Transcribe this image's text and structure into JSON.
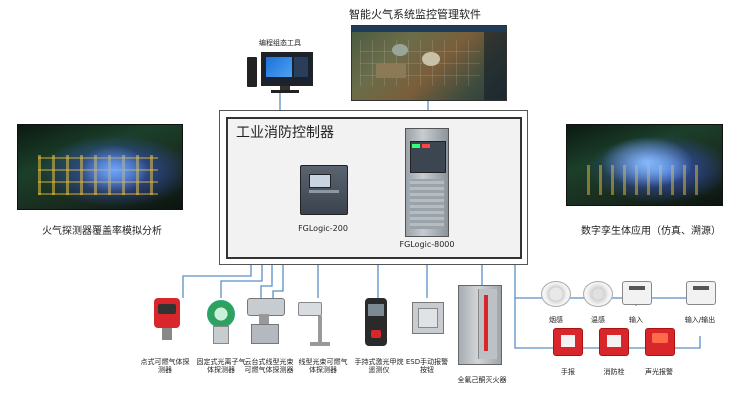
{
  "title": "智能火气系统监控管理软件",
  "config_tool_label": "编程组态工具",
  "controller_title": "工业消防控制器",
  "controller_models": [
    "FGLogic-200",
    "FGLogic-8000"
  ],
  "left_panel_label": "火气探测器覆盖率模拟分析",
  "right_panel_label": "数字孪生体应用（仿真、溯源）",
  "devices": [
    "点式可燃气体探测器",
    "固定式光离子气体探测器",
    "云台式线型光束可燃气体探测器",
    "线型光束可燃气体探测器",
    "手持式激光甲烷遥测仪",
    "ESD手动报警按钮",
    "全氟己酮灭火器"
  ],
  "io_labels": {
    "smoke": "烟感",
    "temperature": "温感",
    "input": "输入",
    "input_output": "输入/输出",
    "manual_alarm": "手报",
    "hydrant": "消防栓",
    "sound_light_alarm": "声光报警"
  },
  "colors": {
    "wire": "#5b8fc8",
    "frame": "#333333",
    "red": "#d9262b"
  }
}
